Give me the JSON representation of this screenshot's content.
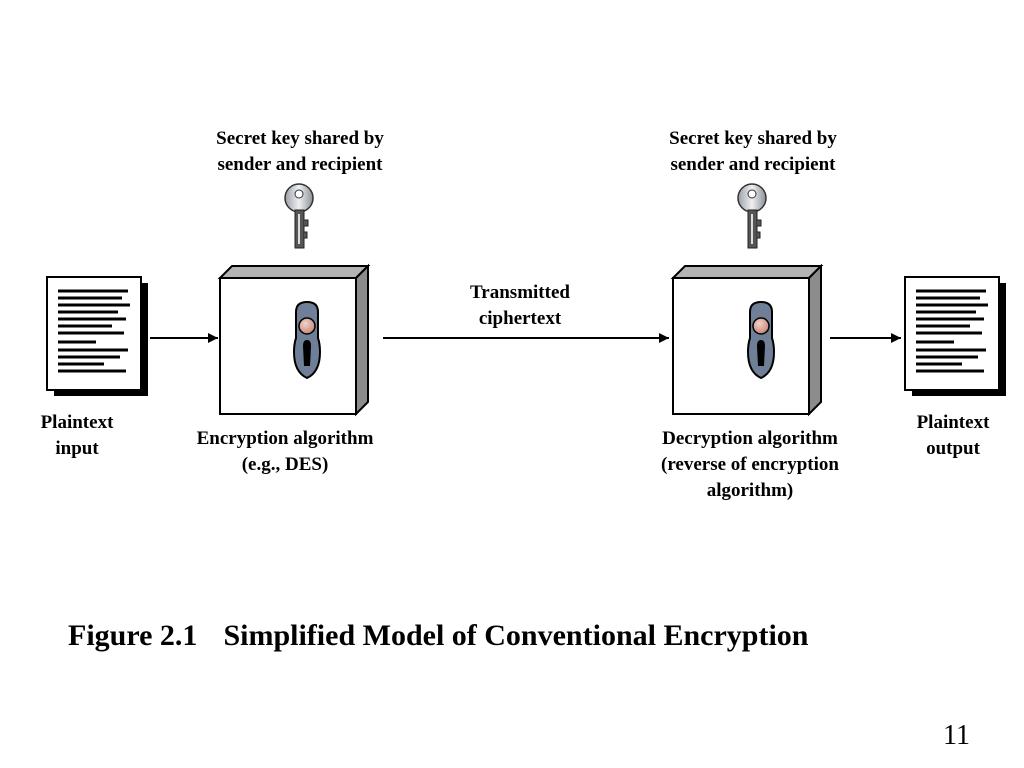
{
  "diagram": {
    "key_left": [
      "Secret key shared by",
      "sender and recipient"
    ],
    "key_right": [
      "Secret key shared by",
      "sender and recipient"
    ],
    "plaintext_input": [
      "Plaintext",
      "input"
    ],
    "encryption_algorithm": [
      "Encryption algorithm",
      "(e.g., DES)"
    ],
    "transmitted_ciphertext": [
      "Transmitted",
      "ciphertext"
    ],
    "decryption_algorithm": [
      "Decryption algorithm",
      "(reverse of encryption",
      "algorithm)"
    ],
    "plaintext_output": [
      "Plaintext",
      "output"
    ]
  },
  "caption": {
    "number": "Figure 2.1",
    "title": "Simplified Model of Conventional Encryption"
  },
  "page_number": "11",
  "colors": {
    "box_face": "#ffffff",
    "box_side": "#8c8c8c",
    "box_top": "#b4b4b4",
    "lock_plate": "#6f7f97",
    "lock_knob": "#d49a8c",
    "ink": "#000000"
  }
}
